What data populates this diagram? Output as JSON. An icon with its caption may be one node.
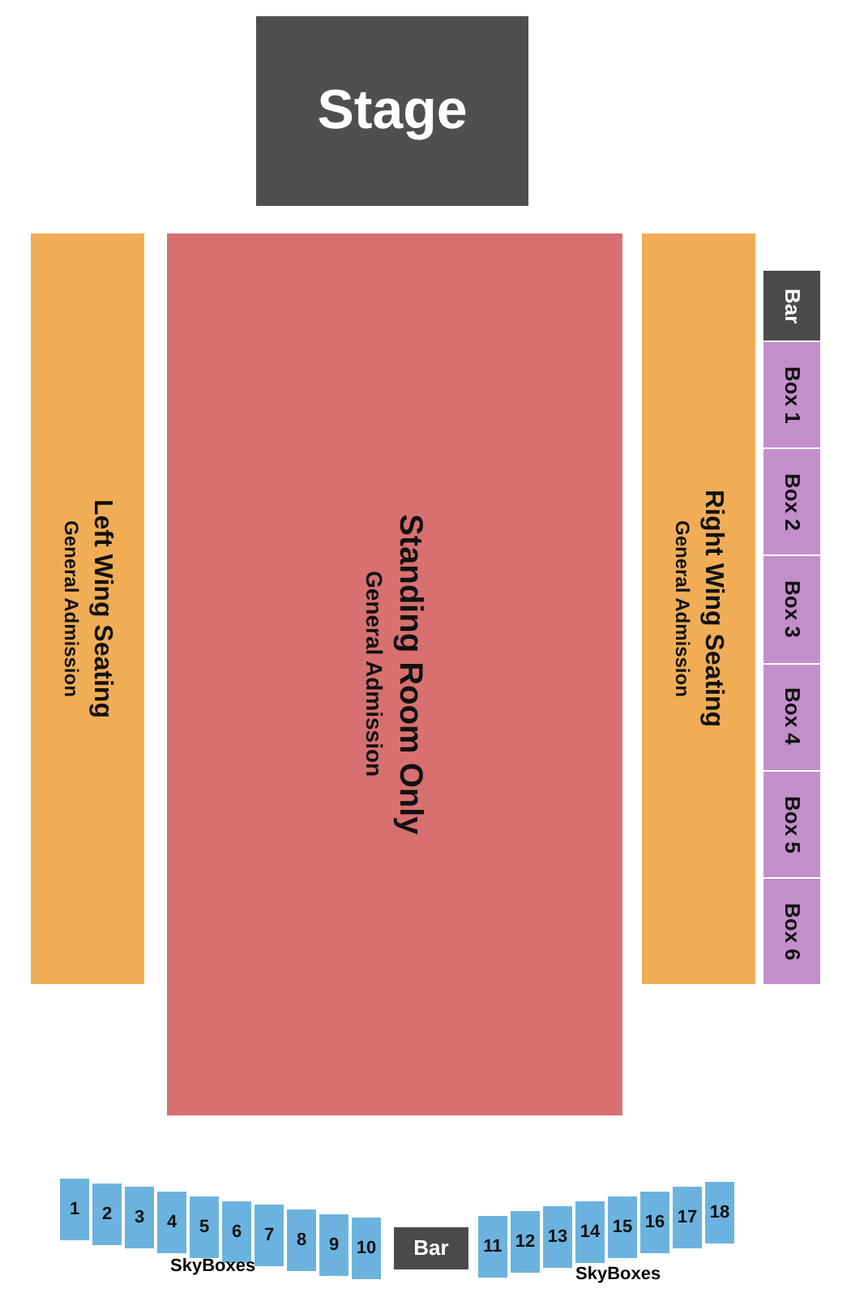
{
  "diagram": {
    "nodes": [
      {
        "text": [
          "Stage"
        ]
      },
      {
        "text": [
          "Left Wing Seating",
          "General Admission"
        ]
      },
      {
        "text": [
          "Standing Room Only",
          "General Admission"
        ]
      },
      {
        "text": [
          "Right Wing Seating",
          "General Admission"
        ]
      },
      {
        "text": [
          "Bar"
        ]
      },
      {
        "text": [
          "Box 1"
        ]
      },
      {
        "text": [
          "Box 2"
        ]
      },
      {
        "text": [
          "Box 3"
        ]
      },
      {
        "text": [
          "Box 4"
        ]
      },
      {
        "text": [
          "Box 5"
        ]
      },
      {
        "text": [
          "Box 6"
        ]
      },
      {
        "text": [
          "1"
        ]
      },
      {
        "text": [
          "2"
        ]
      },
      {
        "text": [
          "3"
        ]
      },
      {
        "text": [
          "4"
        ]
      },
      {
        "text": [
          "5"
        ]
      },
      {
        "text": [
          "6"
        ]
      },
      {
        "text": [
          "7"
        ]
      },
      {
        "text": [
          "8"
        ]
      },
      {
        "text": [
          "9"
        ]
      },
      {
        "text": [
          "10"
        ]
      },
      {
        "text": [
          "Bar"
        ]
      },
      {
        "text": [
          "11"
        ]
      },
      {
        "text": [
          "12"
        ]
      },
      {
        "text": [
          "13"
        ]
      },
      {
        "text": [
          "14"
        ]
      },
      {
        "text": [
          "15"
        ]
      },
      {
        "text": [
          "16"
        ]
      },
      {
        "text": [
          "17"
        ]
      },
      {
        "text": [
          "18"
        ]
      }
    ],
    "labels": [
      "SkyBoxes",
      "SkyBoxes"
    ]
  }
}
